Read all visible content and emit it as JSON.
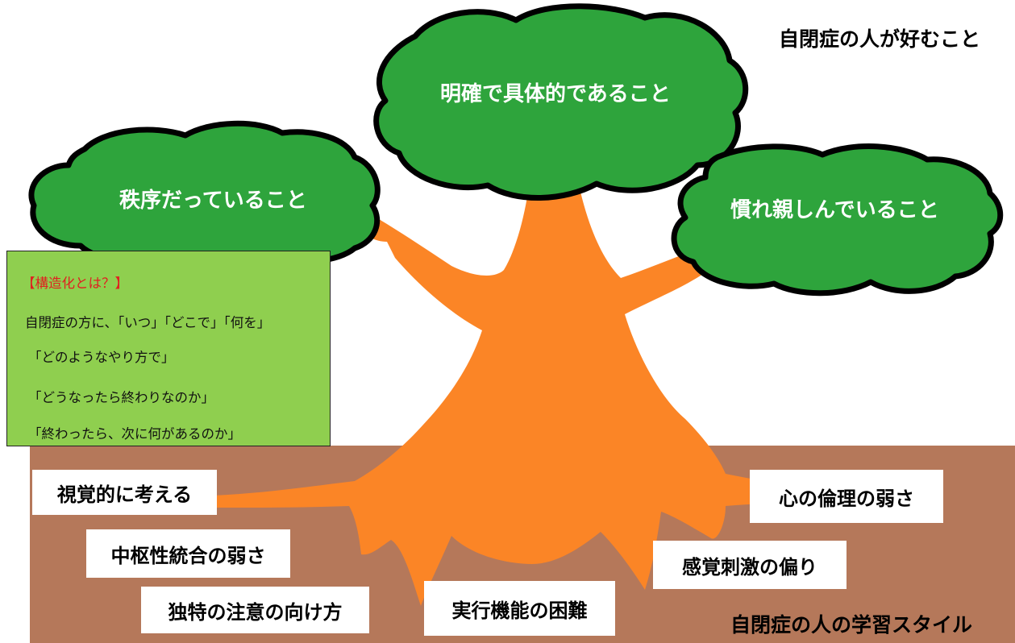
{
  "colors": {
    "crown_fill": "#2ea43c",
    "crown_outline": "#000000",
    "trunk": "#fb8526",
    "ground": "#b5785a",
    "info_box": "#8fcf4f",
    "heading_red": "#e02020"
  },
  "titles": {
    "preferences": "自閉症の人が好むこと",
    "learning_style": "自閉症の人の学習スタイル"
  },
  "crowns": {
    "top": "明確で具体的であること",
    "left": "秩序だっていること",
    "right": "慣れ親しんでいること"
  },
  "structure_box": {
    "heading": "【構造化とは？】",
    "lines": [
      "自閉症の方に、「いつ」「どこで」「何を」",
      "「どのようなやり方で」",
      "「どうなったら終わりなのか」",
      "「終わったら、次に何があるのか」"
    ]
  },
  "roots": {
    "visual_thinking": "視覚的に考える",
    "central_coherence": "中枢性統合の弱さ",
    "attention": "独特の注意の向け方",
    "executive_function": "実行機能の困難",
    "sensory": "感覚刺激の偏り",
    "theory_of_mind": "心の倫理の弱さ"
  }
}
